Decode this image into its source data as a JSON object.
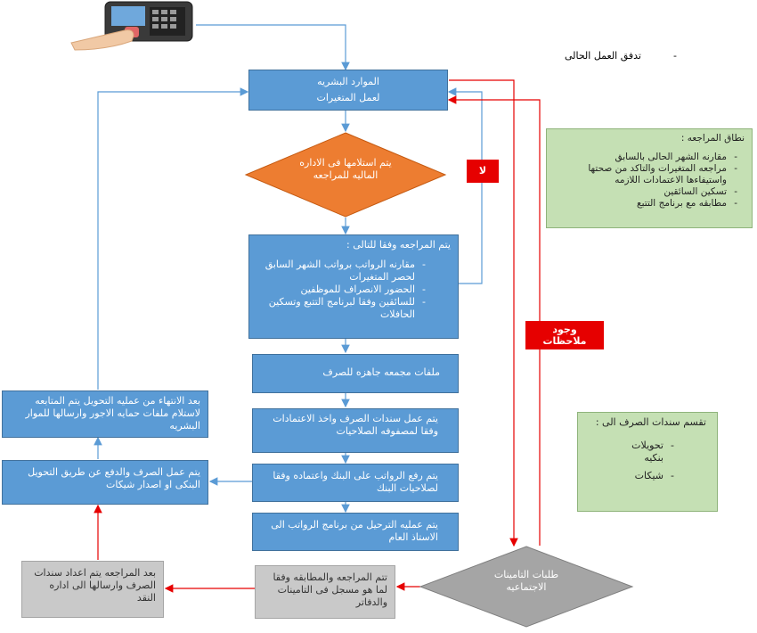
{
  "title": "تدفق العمل الحالى",
  "title_dash": "-",
  "hr_box": {
    "line1": "الموارد البشريه",
    "line2": "لعمل المتغيرات"
  },
  "decision_finance": "يتم استلامها فى الاداره الماليه للمراجعه",
  "no_label": "لا",
  "review_box": {
    "heading": "يتم المراجعه وفقا للتالى :",
    "items": [
      "مقارنه الرواتب برواتب الشهر السابق لحصر المتغيرات",
      "الحضور الانصراف للموظفين",
      "للسائقين وفقا لبرنامج التتبع وتسكين الحافلات"
    ]
  },
  "files_ready": "ملفات مجمعه جاهزه للصرف",
  "issue_vouchers": "يتم عمل سندات الصرف واخذ الاعتمادات وفقا لمصفوفه الصلاحيات",
  "upload_bank": "يتم رفع الرواتب على البنك واعتماده وفقا لصلاحيات البنك",
  "posting": "يتم عمليه الترحيل من برنامج الرواتب الى الاستاذ العام",
  "after_transfer": "بعد الانتهاء من عمليه التحويل يتم المتابعه لاستلام ملفات حمايه الاجور وارسالها للموار البشريه",
  "payment": "يتم عمل الصرف والدفع عن طريق التحويل البنكى او اصدار شيكات",
  "remarks_label": "وجود ملاحظات",
  "gosi_diamond": "طلبات التامينات الاجتماعيه",
  "gosi_review": "تتم المراجعه والمطابقه وفقا لما هو مسجل فى التامينات والدفاتر",
  "cash_vouchers": "بعد المراجعه يتم اعداد سندات الصرف وارسالها الى اداره النقد",
  "scope_box": {
    "heading": "نطاق المراجعه :",
    "items": [
      "مقارنه الشهر الحالى بالسابق",
      "مراجعه المتغيرات والتاكد من صحتها واستيفاءها الاعتمادات اللازمه",
      "تسكين السائقين",
      "مطابقه مع برنامج التتبع"
    ]
  },
  "split_box": {
    "heading": "تقسم سندات الصرف الى :",
    "items": [
      "تحويلات بنكيه",
      "شيكات"
    ]
  },
  "colors": {
    "blue": "#5b9bd5",
    "orange": "#ed7d31",
    "red": "#e60000",
    "gray": "#c9c9c9",
    "green": "#c5e0b4"
  },
  "icons": [
    "fingerprint-scanner-icon"
  ]
}
